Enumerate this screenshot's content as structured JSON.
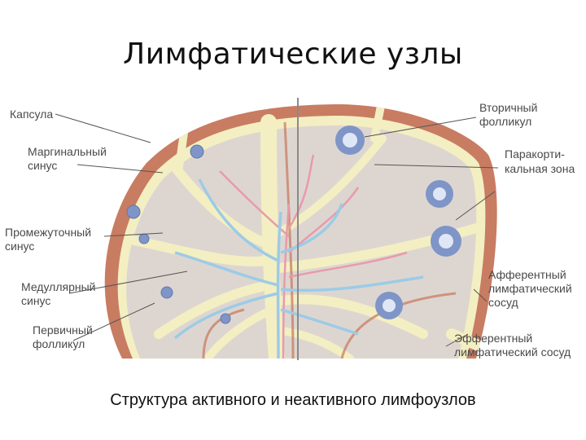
{
  "title": "Лимфатические узлы",
  "caption": "Структура активного и неактивного лимфоузлов",
  "labels_left": {
    "capsule": "Капсула",
    "marginal_1": "Маргинальный",
    "marginal_2": "синус",
    "intermediate_1": "Промежуточный",
    "intermediate_2": "синус",
    "medullary_1": "Медуллярный",
    "medullary_2": "синус",
    "primary_1": "Первичный",
    "primary_2": "фолликул"
  },
  "labels_right": {
    "secondary_1": "Вторичный",
    "secondary_2": "фолликул",
    "paracortical_1": "Паракорти-",
    "paracortical_2": "кальная зона",
    "afferent_1": "Афферентный",
    "afferent_2": "лимфатический",
    "afferent_3": "сосуд",
    "efferent_1": "Эфферентный",
    "efferent_2": "лимфатический сосуд"
  },
  "colors": {
    "capsule": "#c87c62",
    "sinus": "#f3efc2",
    "cortex": "#ddd6d0",
    "follicle": "#7f95c8",
    "artery": "#e89aac",
    "vein": "#9ccbe6"
  }
}
